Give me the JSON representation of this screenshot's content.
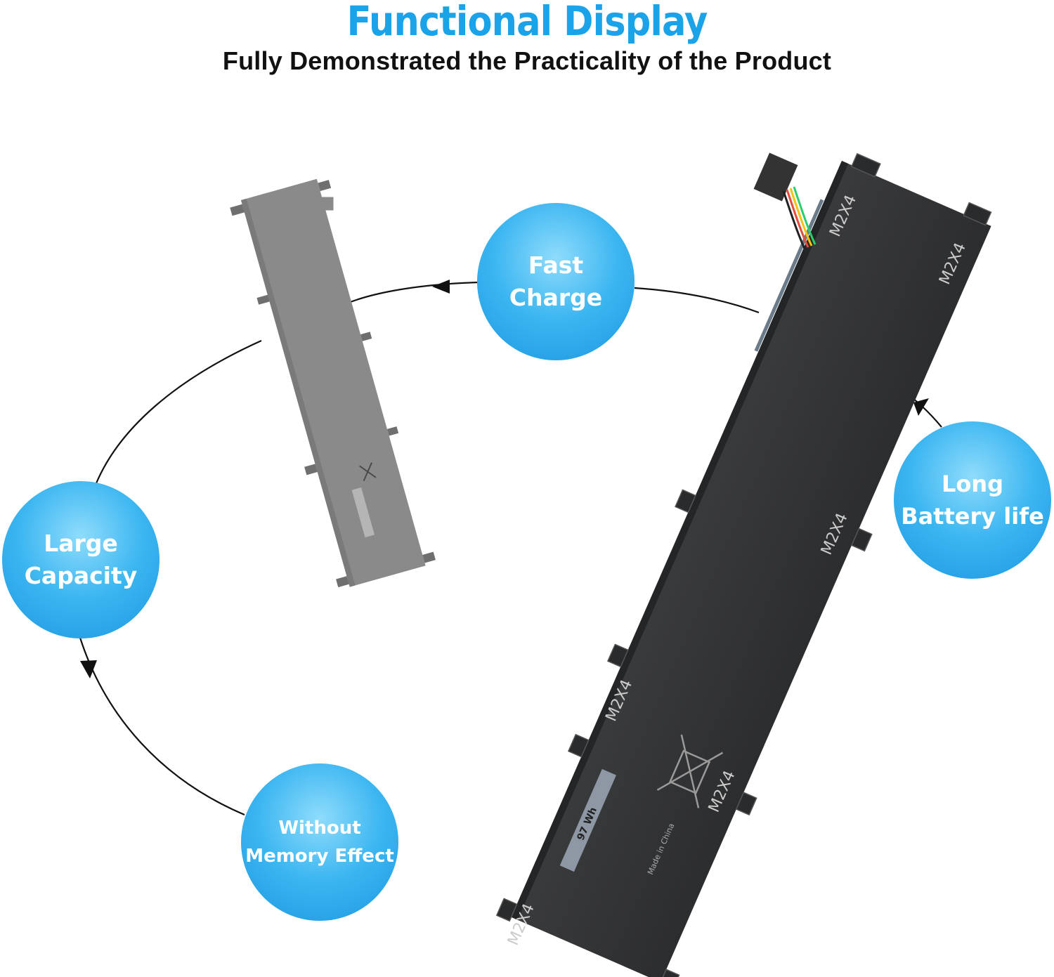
{
  "header": {
    "title": "Functional Display",
    "subtitle": "Fully Demonstrated the Practicality of the Product"
  },
  "features": {
    "fast_charge": [
      "Fast",
      "Charge"
    ],
    "long_battery": [
      "Long",
      "Battery life"
    ],
    "large_capacity": [
      "Large",
      "Capacity"
    ],
    "memory_effect": [
      "Without",
      "Memory Effect"
    ]
  },
  "battery": {
    "screw_label": "M2X4",
    "capacity": "97 Wh",
    "origin": "Made in China"
  },
  "colors": {
    "title_blue": "#1aa3e8",
    "bubble_blue": "#1c97e1",
    "battery_dark": "#333436",
    "battery_faded": "#8a8a8a"
  }
}
